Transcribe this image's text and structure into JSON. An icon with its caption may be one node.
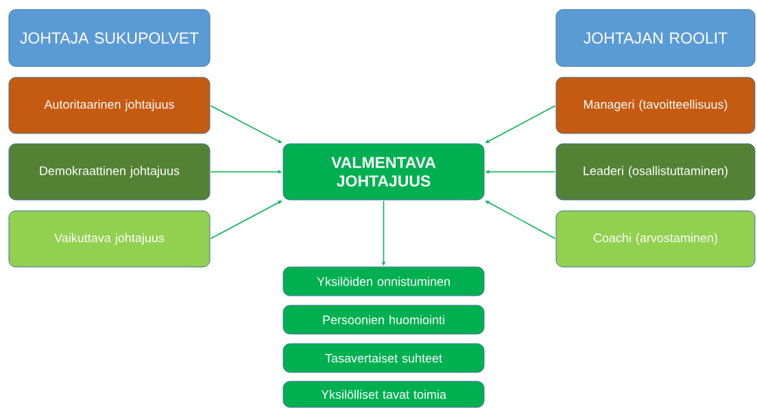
{
  "diagram": {
    "nodes": [
      {
        "text": [
          "JOHTAJA SUKUPOLVET"
        ]
      },
      {
        "text": [
          "JOHTAJAN ROOLIT"
        ]
      },
      {
        "text": [
          "Autoritaarinen johtajuus"
        ]
      },
      {
        "text": [
          "Manageri (tavoitteellisuus)"
        ]
      },
      {
        "text": [
          "Demokraattinen johtajuus"
        ]
      },
      {
        "text": [
          "VALMENTAVA JOHTAJUUS"
        ]
      },
      {
        "text": [
          "Leaderi (osallistuttaminen)"
        ]
      },
      {
        "text": [
          "Vaikuttava johtajuus"
        ]
      },
      {
        "text": [
          "Coachi (arvostaminen)"
        ]
      },
      {
        "text": [
          "Yksilöiden onnistuminen"
        ]
      },
      {
        "text": [
          "Persoonien huomiointi"
        ]
      },
      {
        "text": [
          "Tasavertaiset suhteet"
        ]
      },
      {
        "text": [
          "Yksilölliset tavat toimia"
        ]
      }
    ],
    "edges": [
      {
        "from": 2,
        "to": 5,
        "arrow": "to"
      },
      {
        "from": 4,
        "to": 5,
        "arrow": "to"
      },
      {
        "from": 7,
        "to": 5,
        "arrow": "to"
      },
      {
        "from": 3,
        "to": 5,
        "arrow": "to"
      },
      {
        "from": 6,
        "to": 5,
        "arrow": "to"
      },
      {
        "from": 8,
        "to": 5,
        "arrow": "to"
      },
      {
        "from": 5,
        "to": 9,
        "arrow": "to"
      }
    ]
  }
}
